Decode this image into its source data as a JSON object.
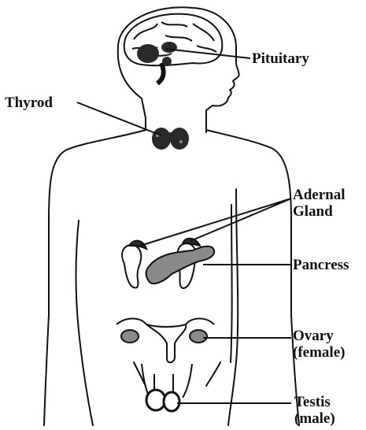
{
  "diagram": {
    "labels": {
      "pituitary": "Pituitary",
      "thyroid": "Thyrod",
      "adrenal_line1": "Adernal",
      "adrenal_line2": "Gland",
      "pancreas": "Pancress",
      "ovary_line1": "Ovary",
      "ovary_line2": "(female)",
      "testis_line1": "Testis",
      "testis_line2": "(male)"
    },
    "colors": {
      "ink": "#111111",
      "background": "#ffffff",
      "gland_fill": "#2a2a2a",
      "speckle_fill": "#8a8a8a"
    }
  }
}
